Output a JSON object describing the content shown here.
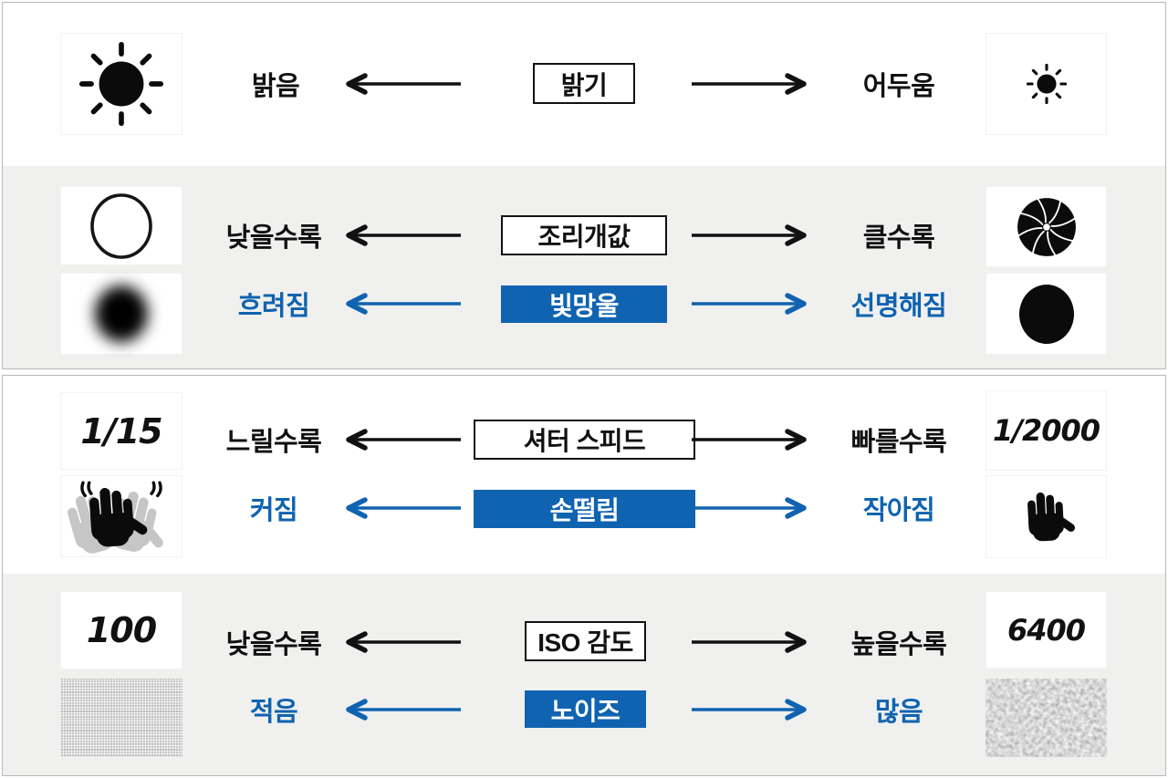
{
  "title": "camera-exposure-infographic",
  "colors": {
    "accent_blue": "#0f63b0",
    "band_gray": "#f0f0ef",
    "border_gray": "#b9b9b9",
    "text_black": "#111111"
  },
  "icons": {
    "sun_bright": "sun-filled-large",
    "sun_dim": "sun-filled-small",
    "aperture_open": "circle-outline",
    "aperture_closed": "iris-blades",
    "bokeh_soft": "blurred-dot",
    "bokeh_sharp": "solid-dot",
    "hand_shaking": "shaking-hand",
    "hand_steady": "steady-hand",
    "noise_low": "fine-grain-texture",
    "noise_high": "coarse-grain-texture"
  },
  "sections": {
    "brightness": {
      "main": {
        "left": "밝음",
        "center": "밝기",
        "right": "어두움"
      }
    },
    "aperture": {
      "main": {
        "left": "낮을수록",
        "center": "조리개값",
        "right": "클수록"
      },
      "effect": {
        "left": "흐려짐",
        "center": "빛망울",
        "right": "선명해짐"
      }
    },
    "shutter": {
      "values": {
        "slow": "1/15",
        "fast": "1/2000"
      },
      "main": {
        "left": "느릴수록",
        "center": "셔터 스피드",
        "right": "빠를수록"
      },
      "effect": {
        "left": "커짐",
        "center": "손떨림",
        "right": "작아짐"
      }
    },
    "iso": {
      "values": {
        "low": "100",
        "high": "6400"
      },
      "main": {
        "left": "낮을수록",
        "center": "ISO 감도",
        "right": "높을수록"
      },
      "effect": {
        "left": "적음",
        "center": "노이즈",
        "right": "많음"
      }
    }
  }
}
